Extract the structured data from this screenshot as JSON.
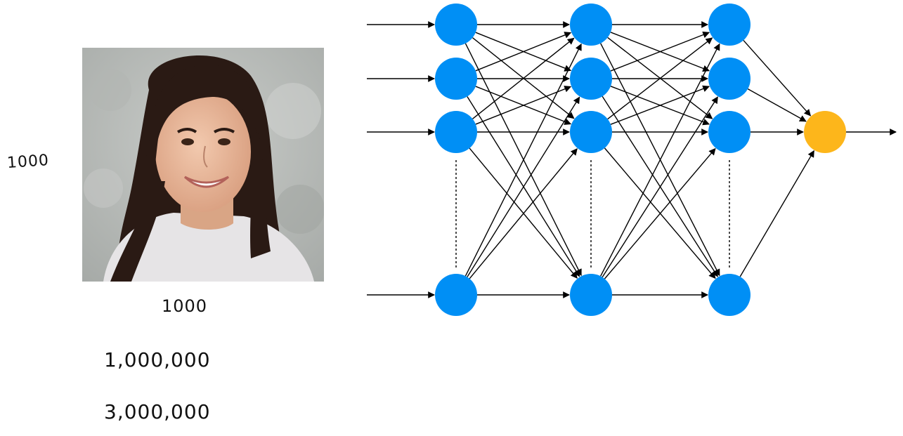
{
  "annotations": {
    "height_label": "1000",
    "width_label": "1000",
    "pixel_count": "1,000,000",
    "feature_count": "3,000,000"
  },
  "image": {
    "subject": "portrait photo of a smiling woman with long dark hair",
    "background_color": "#b9bcb9",
    "hair_color": "#2a1a14",
    "skin_color": "#e8bba0",
    "shirt_color": "#e6e4e6"
  },
  "network": {
    "layers": [
      {
        "type": "input",
        "visible_nodes": 4,
        "ellipsis": true,
        "color": "#008ff5"
      },
      {
        "type": "hidden",
        "visible_nodes": 4,
        "ellipsis": true,
        "color": "#008ff5"
      },
      {
        "type": "hidden",
        "visible_nodes": 4,
        "ellipsis": true,
        "color": "#008ff5"
      },
      {
        "type": "output",
        "visible_nodes": 1,
        "ellipsis": false,
        "color": "#fdb61b"
      }
    ],
    "input_arrows": 4,
    "output_arrows": 1,
    "edge_color": "#000000",
    "ellipsis_icon": "vertical-dotted-line"
  }
}
